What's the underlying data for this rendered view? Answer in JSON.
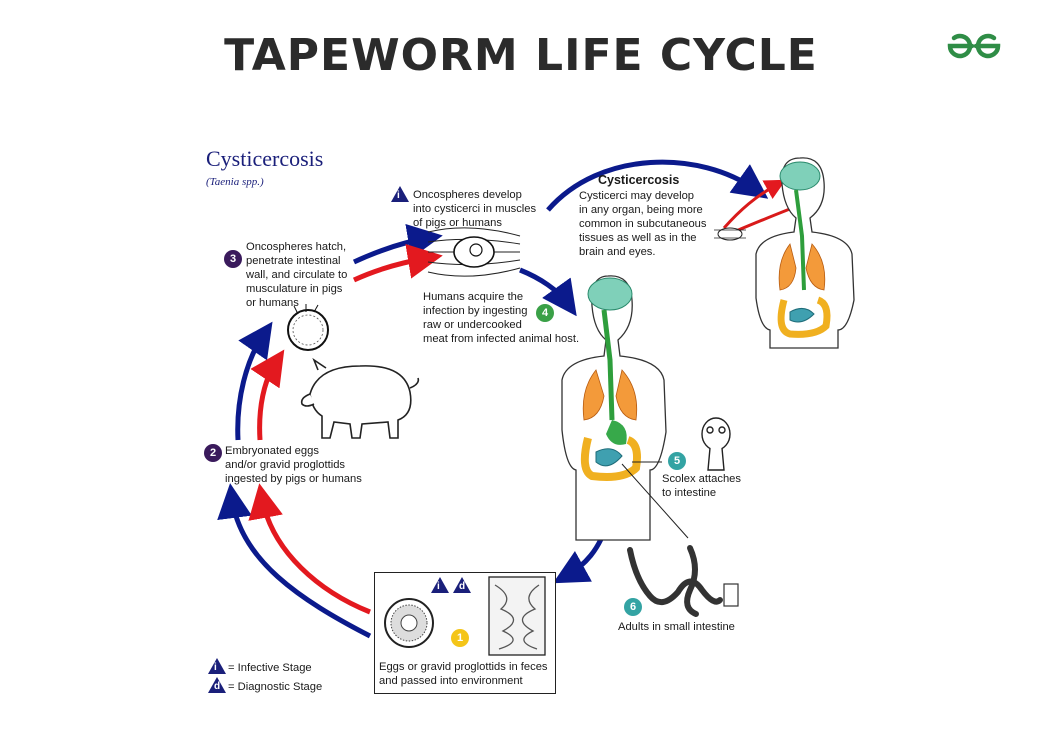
{
  "title": "TAPEWORM LIFE CYCLE",
  "heading": "Cysticercosis",
  "subheading": "(Taenia spp.)",
  "colors": {
    "blue_arrow": "#0b1a8c",
    "red_arrow": "#e3191f",
    "brand": "#2f8d46",
    "title": "#2b2b2b"
  },
  "steps": {
    "s1": {
      "num": "1",
      "text": "Eggs or gravid proglottids in feces\nand passed into environment"
    },
    "s2": {
      "num": "2",
      "text": "Embryonated eggs\nand/or gravid proglottids\ningested by pigs or humans"
    },
    "s3": {
      "num": "3",
      "text": "Oncospheres hatch,\npenetrate intestinal\nwall, and circulate to\nmusculature in pigs\nor humans"
    },
    "s4": {
      "num": "4",
      "text": "Humans acquire the\ninfection by ingesting\nraw or undercooked\nmeat from infected animal host."
    },
    "s5": {
      "num": "5",
      "text": "Scolex attaches\nto intestine"
    },
    "s6": {
      "num": "6",
      "text": "Adults in small intestine"
    },
    "oncospheres_develop": {
      "text": "Oncospheres develop\ninto cysticerci in muscles\nof pigs or humans"
    },
    "cysticercosis_box": {
      "title": "Cysticercosis",
      "text": "Cysticerci may develop\nin any organ, being more\ncommon in subcutaneous\ntissues as well as in the\nbrain and eyes."
    }
  },
  "badges": {
    "infective_letter": "i",
    "diagnostic_letter": "d"
  },
  "legend": {
    "infective": "= Infective Stage",
    "diagnostic": "= Diagnostic Stage"
  }
}
